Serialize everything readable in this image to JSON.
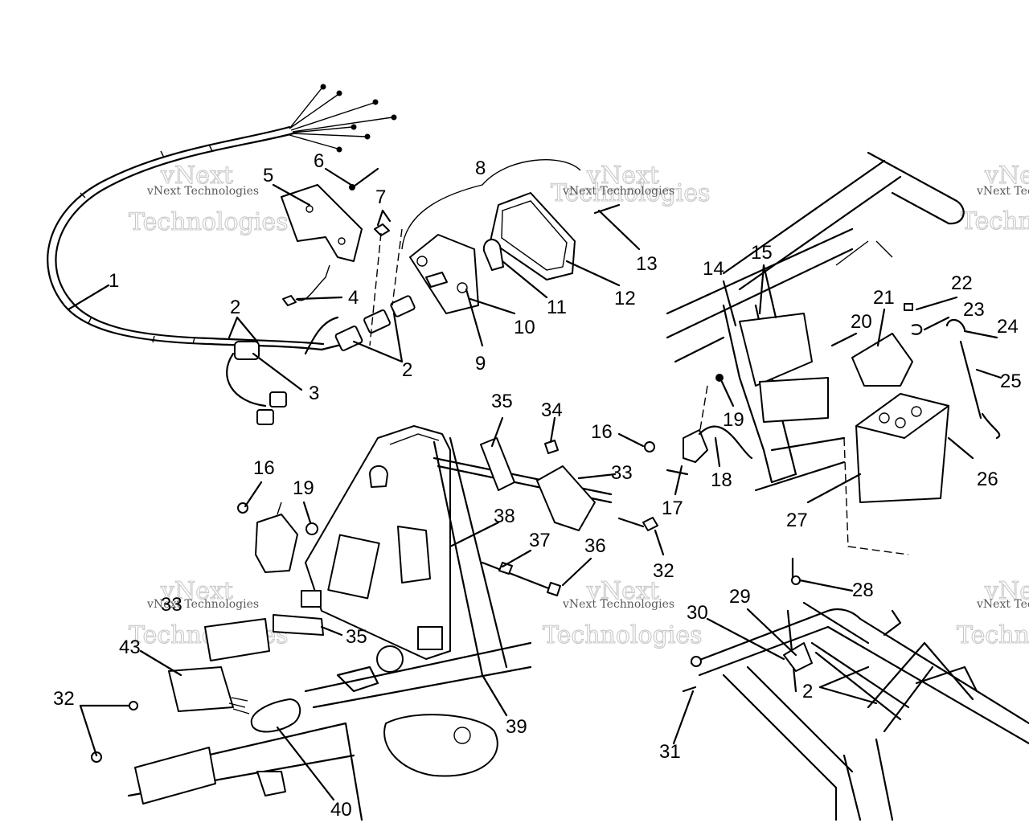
{
  "watermark": {
    "small_text": "vNext Technologies",
    "big_line1": "vNext",
    "big_line2": "Technologies"
  },
  "callouts": {
    "c1": "1",
    "c2a": "2",
    "c2b": "2",
    "c2c": "2",
    "c3": "3",
    "c4": "4",
    "c5": "5",
    "c6": "6",
    "c7": "7",
    "c8": "8",
    "c9": "9",
    "c10": "10",
    "c11": "11",
    "c12": "12",
    "c13": "13",
    "c14": "14",
    "c15": "15",
    "c16a": "16",
    "c16b": "16",
    "c17": "17",
    "c18": "18",
    "c19a": "19",
    "c19b": "19",
    "c20": "20",
    "c21": "21",
    "c22": "22",
    "c23": "23",
    "c24": "24",
    "c25": "25",
    "c26": "26",
    "c27": "27",
    "c28": "28",
    "c29": "29",
    "c30": "30",
    "c31": "31",
    "c32a": "32",
    "c32b": "32",
    "c33a": "33",
    "c33b": "33",
    "c34": "34",
    "c35a": "35",
    "c35b": "35",
    "c36": "36",
    "c37": "37",
    "c38": "38",
    "c39": "39",
    "c40": "40",
    "c43": "43"
  }
}
